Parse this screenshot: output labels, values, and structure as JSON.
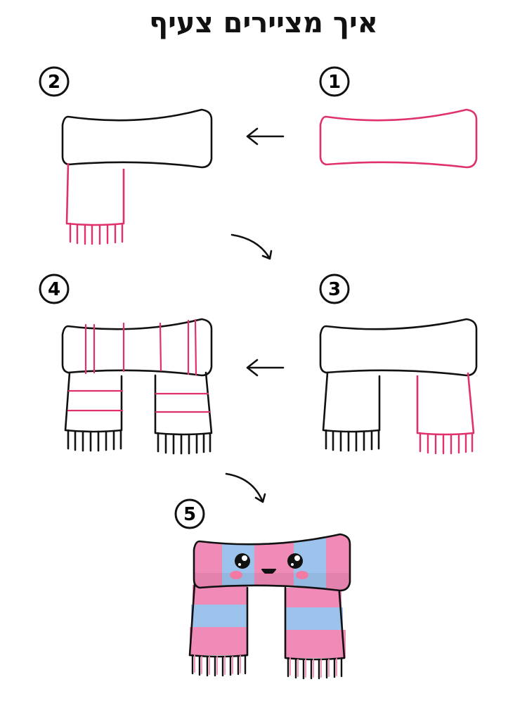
{
  "title": "איך מציירים צעיף",
  "steps": [
    {
      "number": "1"
    },
    {
      "number": "2"
    },
    {
      "number": "3"
    },
    {
      "number": "4"
    },
    {
      "number": "5"
    }
  ],
  "colors": {
    "outline": "#111111",
    "new_line": "#e0306e",
    "scarf_pink": "#f08ab6",
    "scarf_blue": "#9cc3ec",
    "cheek": "#f27aa4"
  }
}
